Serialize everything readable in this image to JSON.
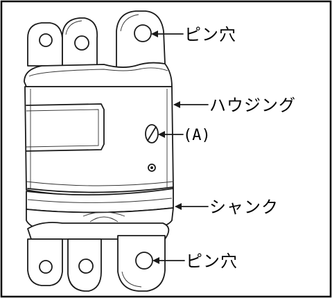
{
  "labels": {
    "pin_hole_top": "ピン穴",
    "housing": "ハウジング",
    "mark_a": "(A)",
    "shank": "シャンク",
    "pin_hole_bottom": "ピン穴"
  },
  "icons": [
    "swivel-joint-drawing",
    "arrow-left-icon"
  ],
  "colors": {
    "line": "#1a1a1a",
    "background": "#ffffff",
    "frame": "#000000"
  }
}
